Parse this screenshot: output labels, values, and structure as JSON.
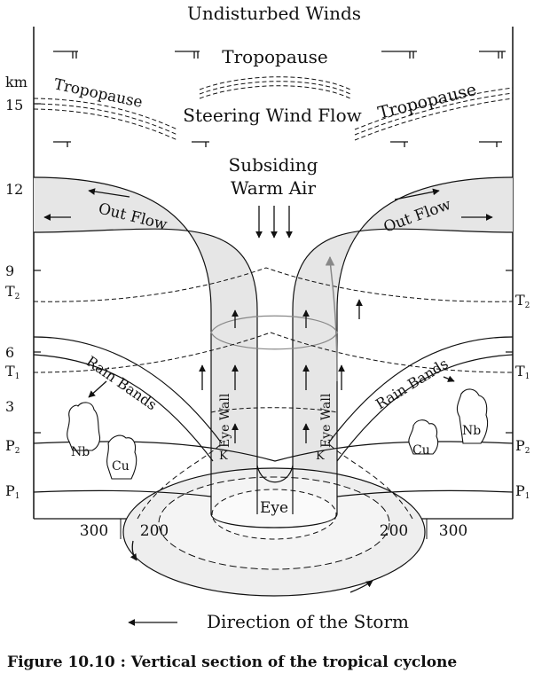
{
  "title": "Undisturbed Winds",
  "tropopause_center": "Tropopause",
  "tropopause_left": "Tropopause",
  "tropopause_right": "Tropopause",
  "steering": "Steering Wind Flow",
  "subsiding_line1": "Subsiding",
  "subsiding_line2": "Warm Air",
  "outflow_left": "Out Flow",
  "outflow_right": "Out Flow",
  "rainbands_left": "Rain Bands",
  "rainbands_right": "Rain Bands",
  "eyewall_left": "Eye Wall",
  "eyewall_right": "Eye Wall",
  "k_left": "K",
  "k_right": "K",
  "eye": "Eye",
  "direction": "Direction of the Storm",
  "caption": "Figure 10.10 : Vertical section of the tropical cyclone",
  "axis": {
    "unit": "km",
    "ticks": [
      "15",
      "12",
      "9",
      "6",
      "3"
    ],
    "levels_left": [
      "T2",
      "T1",
      "P2",
      "P1"
    ],
    "levels_right": [
      "T2",
      "T1",
      "P2",
      "P1"
    ],
    "x_left": [
      "300",
      "200"
    ],
    "x_right": [
      "200",
      "300"
    ]
  },
  "clouds": {
    "nb": "Nb",
    "cu": "Cu"
  }
}
